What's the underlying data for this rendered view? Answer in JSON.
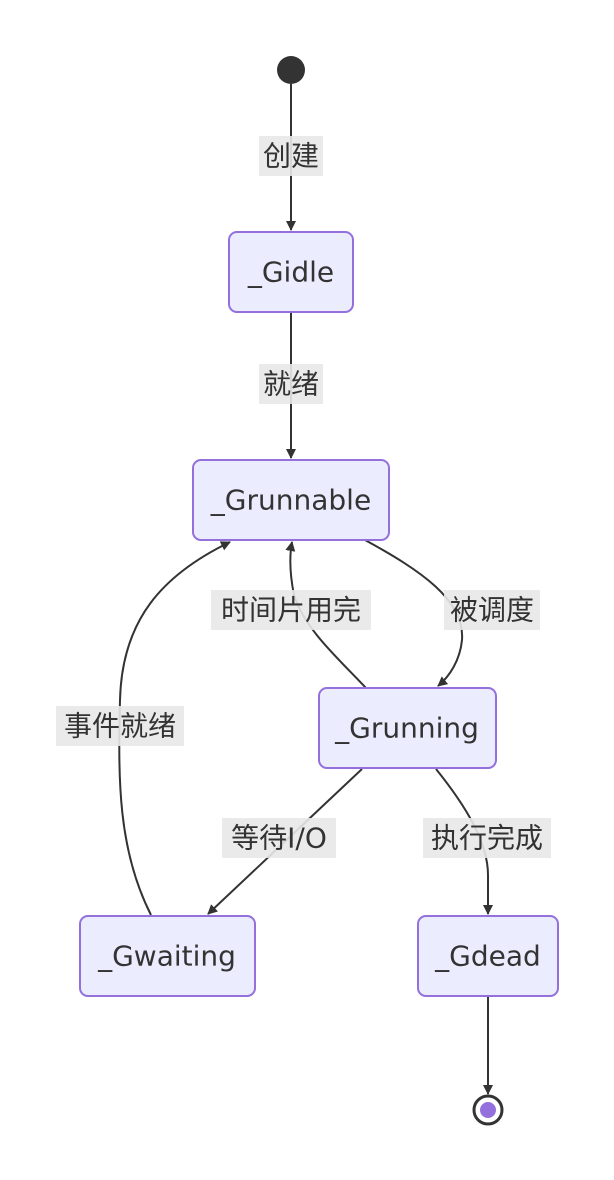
{
  "diagram": {
    "type": "state-diagram",
    "start": "start",
    "end": "end",
    "states": [
      {
        "id": "gidle",
        "label": "_Gidle"
      },
      {
        "id": "grunnable",
        "label": "_Grunnable"
      },
      {
        "id": "grunning",
        "label": "_Grunning"
      },
      {
        "id": "gwaiting",
        "label": "_Gwaiting"
      },
      {
        "id": "gdead",
        "label": "_Gdead"
      }
    ],
    "transitions": [
      {
        "from": "start",
        "to": "gidle",
        "label": "创建"
      },
      {
        "from": "gidle",
        "to": "grunnable",
        "label": "就绪"
      },
      {
        "from": "grunnable",
        "to": "grunning",
        "label": "被调度"
      },
      {
        "from": "grunning",
        "to": "grunnable",
        "label": "时间片用完"
      },
      {
        "from": "grunning",
        "to": "gwaiting",
        "label": "等待I/O"
      },
      {
        "from": "gwaiting",
        "to": "grunnable",
        "label": "事件就绪"
      },
      {
        "from": "grunning",
        "to": "gdead",
        "label": "执行完成"
      },
      {
        "from": "gdead",
        "to": "end",
        "label": ""
      }
    ]
  },
  "colors": {
    "node_fill": "#ececff",
    "node_stroke": "#9370db",
    "edge": "#333333",
    "label_background": "#e8e8e8",
    "start_dot": "#333333",
    "end_inner": "#9370db"
  }
}
